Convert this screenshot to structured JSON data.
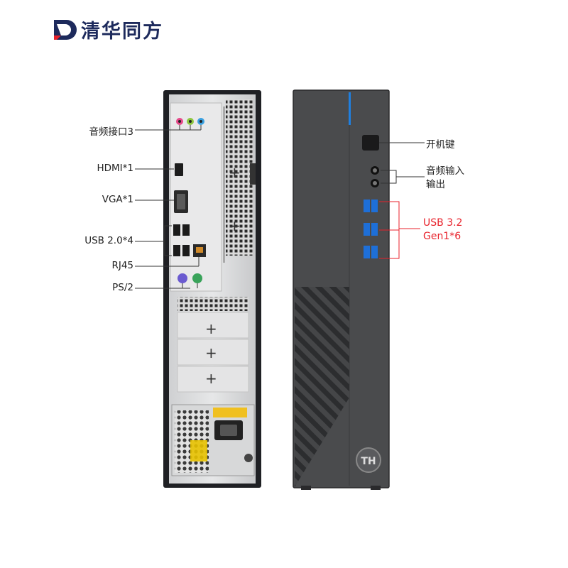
{
  "brand": {
    "name": "清华同方",
    "logo_icon": "tongfang-logo-icon"
  },
  "rear_callouts": {
    "audio": "音频接口3",
    "hdmi": "HDMI*1",
    "vga": "VGA*1",
    "usb2": "USB 2.0*4",
    "rj45": "RJ45",
    "ps2": "PS/2"
  },
  "front_callouts": {
    "power": "开机键",
    "audio_line1": "音频输入",
    "audio_line2": "输出",
    "usb3_line1": "USB 3.2",
    "usb3_line2": "Gen1*6"
  },
  "colors": {
    "accent_red": "#e8222b",
    "front_blue_strip": "#1f7fe0",
    "brand_navy": "#1d2a5c",
    "front_panel": "#4a4b4d"
  }
}
